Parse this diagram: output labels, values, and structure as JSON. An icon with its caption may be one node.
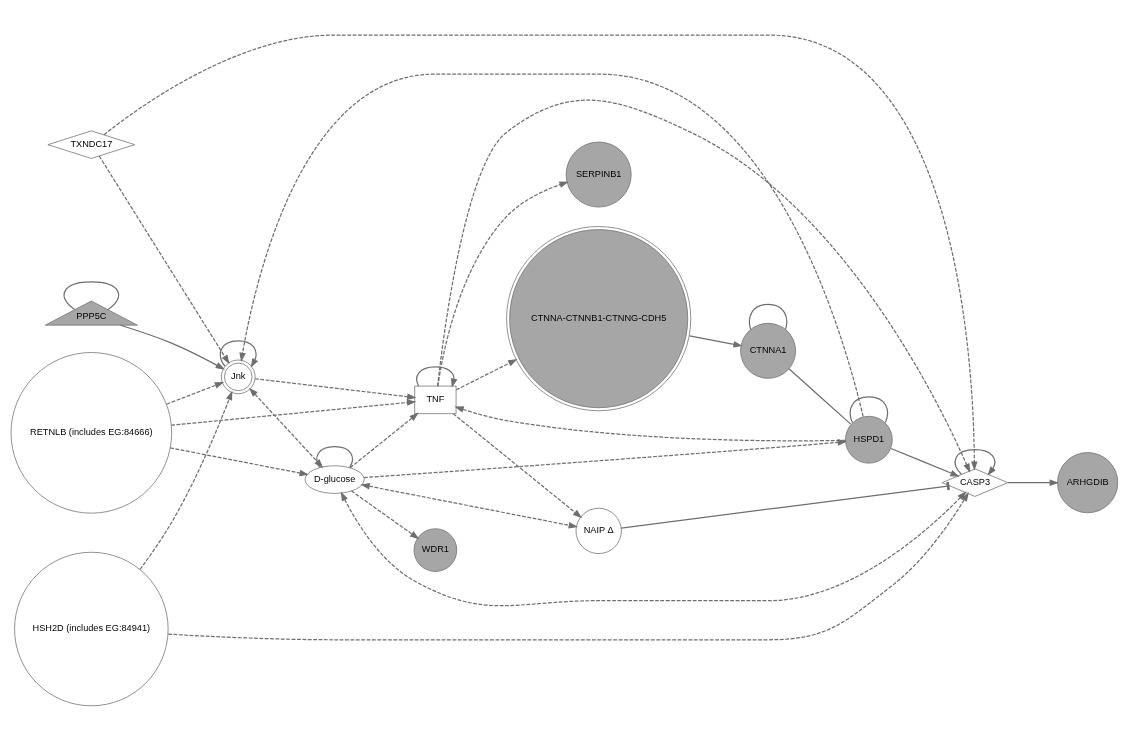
{
  "diagram": {
    "nodes": [
      {
        "text": [
          "ARHGDIB"
        ]
      },
      {
        "text": [
          "CTNNA-CTNNB1-CTNNG-CDH5"
        ]
      },
      {
        "text": [
          "TXNDC17"
        ]
      },
      {
        "text": [
          "NAIP Δ"
        ]
      },
      {
        "text": [
          "CASP3"
        ]
      },
      {
        "text": [
          "CTNNA1"
        ]
      },
      {
        "text": [
          "HSH2D (includes EG:84941)"
        ]
      },
      {
        "text": [
          "HSPD1"
        ]
      },
      {
        "text": [
          "Jnk"
        ]
      },
      {
        "text": [
          "TNF"
        ]
      },
      {
        "text": [
          "SERPINB1"
        ]
      },
      {
        "text": [
          "PPP5C"
        ]
      },
      {
        "text": [
          "D-glucose"
        ]
      },
      {
        "text": [
          "RETNLB (includes EG:84666)"
        ]
      },
      {
        "text": [
          "WDR1"
        ]
      }
    ],
    "edges": [
      {
        "from": 4,
        "to": 0,
        "arrow": "to"
      },
      {
        "from": 4,
        "to": 4,
        "arrow": "to"
      },
      {
        "from": 2,
        "to": 4,
        "arrow": "to",
        "style": "dashed"
      },
      {
        "from": 2,
        "to": 8,
        "arrow": "to",
        "style": "dashed"
      },
      {
        "from": 3,
        "to": 4,
        "arrow": "other"
      },
      {
        "from": 1,
        "to": 5,
        "arrow": "to"
      },
      {
        "from": 5,
        "to": 5,
        "arrow": "none"
      },
      {
        "from": 5,
        "to": 7,
        "arrow": "none"
      },
      {
        "from": 7,
        "to": 7,
        "arrow": "none"
      },
      {
        "from": 7,
        "to": 4,
        "arrow": "to"
      },
      {
        "from": 6,
        "to": 4,
        "arrow": "to",
        "style": "dashed"
      },
      {
        "from": 6,
        "to": 8,
        "arrow": "to",
        "style": "dashed"
      },
      {
        "from": 7,
        "to": 8,
        "arrow": "to",
        "style": "dashed"
      },
      {
        "from": 7,
        "to": 9,
        "arrow": "to",
        "style": "dashed"
      },
      {
        "from": 8,
        "to": 8,
        "arrow": "to"
      },
      {
        "from": 8,
        "to": 9,
        "arrow": "to",
        "style": "dashed"
      },
      {
        "from": 8,
        "to": 12,
        "arrow": "both",
        "style": "dashed"
      },
      {
        "from": 9,
        "to": 9,
        "arrow": "to"
      },
      {
        "from": 9,
        "to": 4,
        "arrow": "to",
        "style": "dashed"
      },
      {
        "from": 9,
        "to": 3,
        "arrow": "to",
        "style": "dashed"
      },
      {
        "from": 9,
        "to": 1,
        "arrow": "to",
        "style": "dashed"
      },
      {
        "from": 9,
        "to": 10,
        "arrow": "to",
        "style": "dashed"
      },
      {
        "from": 12,
        "to": 9,
        "arrow": "to",
        "style": "dashed"
      },
      {
        "from": 12,
        "to": 4,
        "arrow": "both",
        "style": "dashed"
      },
      {
        "from": 12,
        "to": 3,
        "arrow": "both",
        "style": "dashed"
      },
      {
        "from": 12,
        "to": 12,
        "arrow": "none"
      },
      {
        "from": 12,
        "to": 7,
        "arrow": "to",
        "style": "dashed"
      },
      {
        "from": 12,
        "to": 14,
        "arrow": "to",
        "style": "dashed"
      },
      {
        "from": 11,
        "to": 11,
        "arrow": "none"
      },
      {
        "from": 11,
        "to": 8,
        "arrow": "to"
      },
      {
        "from": 13,
        "to": 8,
        "arrow": "to",
        "style": "dashed"
      },
      {
        "from": 13,
        "to": 9,
        "arrow": "to",
        "style": "dashed"
      },
      {
        "from": 13,
        "to": 12,
        "arrow": "to",
        "style": "dashed"
      }
    ]
  }
}
